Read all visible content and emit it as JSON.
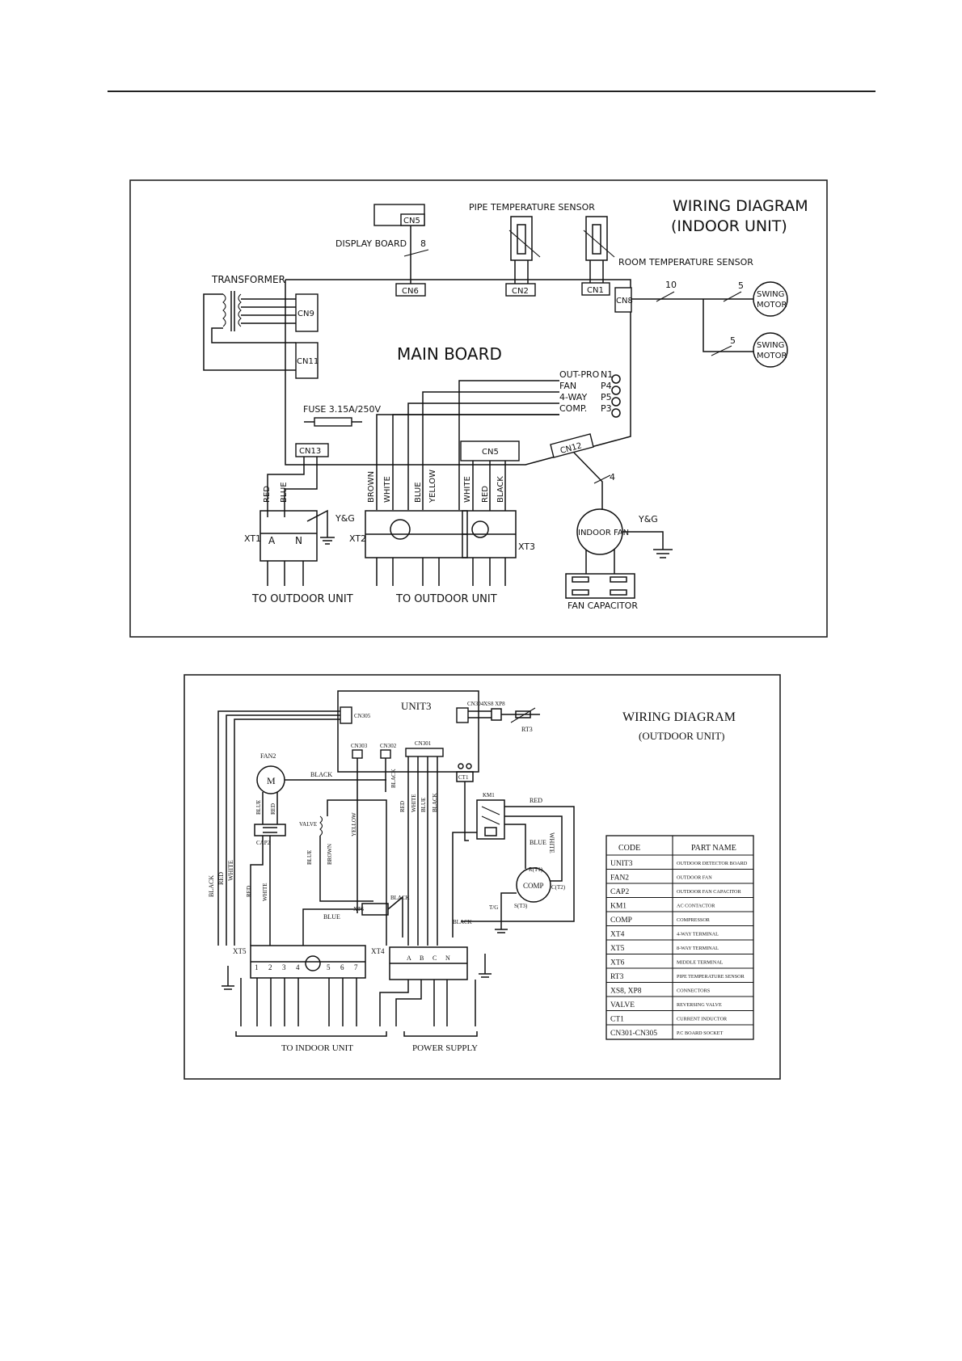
{
  "indoor": {
    "title_line1": "WIRING  DIAGRAM",
    "title_line2": "(INDOOR  UNIT)",
    "main_board": "MAIN  BOARD",
    "transformer": "TRANSFORMER",
    "display_board": "DISPLAY  BOARD",
    "display_wire_count": "8",
    "pipe_sensor": "PIPE  TEMPERATURE  SENSOR",
    "room_sensor": "ROOM  TEMPERATURE  SENSOR",
    "connectors": {
      "cn5_display": "CN5",
      "cn6": "CN6",
      "cn2": "CN2",
      "cn1": "CN1",
      "cn_swing": "CN8",
      "cn9": "CN9",
      "cn11": "CN11",
      "cn13": "CN13",
      "cn5_bottom": "CN5",
      "cn12": "CN12"
    },
    "swing_wire_count": "10",
    "swing_motor_wire_count": "5",
    "swing_motor_line1": "SWING",
    "swing_motor_line2": "MOTOR",
    "fuse": "FUSE 3.15A/250V",
    "relays": [
      "OUT-PRO",
      "FAN",
      "4-WAY",
      "COMP."
    ],
    "relay_ids": [
      "N1",
      "P4",
      "P5",
      "P3"
    ],
    "xt1_wires": [
      "RED",
      "BLUE"
    ],
    "xt2_wires": [
      "BROWN",
      "WHITE",
      "BLUE",
      "YELLOW"
    ],
    "xt3_wires": [
      "WHITE",
      "RED",
      "BLACK"
    ],
    "xt1": "XT1",
    "xt2": "XT2",
    "xt3": "XT3",
    "terminal_a": "A",
    "terminal_n": "N",
    "ground": "Y&G",
    "fan_wire_count": "4",
    "indoor_fan": "INDOOR FAN",
    "fan_capacitor": "FAN  CAPACITOR",
    "to_outdoor_1": "TO  OUTDOOR  UNIT",
    "to_outdoor_2": "TO  OUTDOOR  UNIT"
  },
  "outdoor": {
    "title_line1": "WIRING  DIAGRAM",
    "title_line2": "(OUTDOOR UNIT)",
    "unit3": "UNIT3",
    "cn305": "CN305",
    "cn304": "CN304",
    "cn303": "CN303",
    "cn302": "CN302",
    "cn301": "CN301",
    "xs8_xp8": "XS8  XP8",
    "rt3": "RT3",
    "ct1": "CT1",
    "km1": "KM1",
    "fan2": "FAN2",
    "fan_symbol": "M",
    "cap2": "CAP2",
    "valve": "VALVE",
    "comp": "COMP",
    "xt4": "XT4",
    "xt5": "XT5",
    "xt6": "XT6",
    "comp_pins": [
      "R(T1)",
      "C(T2)",
      "S(T3)"
    ],
    "tg": "T/G",
    "wire_labels": {
      "black": "BLACK",
      "red": "RED",
      "white": "WHITE",
      "blue": "BLUE",
      "yellow": "YELLOW",
      "brown": "BROWN"
    },
    "xt5_numbers": [
      "1",
      "2",
      "3",
      "4",
      "5",
      "6",
      "7"
    ],
    "xt4_letters": [
      "A",
      "B",
      "C",
      "N"
    ],
    "to_indoor": "TO  INDOOR  UNIT",
    "power_supply": "POWER  SUPPLY",
    "legend_header_code": "CODE",
    "legend_header_name": "PART  NAME",
    "legend": [
      {
        "code": "UNIT3",
        "name": "OUTDOOR DETECTOR BOARD"
      },
      {
        "code": "FAN2",
        "name": "OUTDOOR FAN"
      },
      {
        "code": "CAP2",
        "name": "OUTDOOR FAN CAPACITOR"
      },
      {
        "code": "KM1",
        "name": "AC CONTACTOR"
      },
      {
        "code": "COMP",
        "name": "COMPRESSOR"
      },
      {
        "code": "XT4",
        "name": "4-WAY TERMINAL"
      },
      {
        "code": "XT5",
        "name": "8-WAY TERMINAL"
      },
      {
        "code": "XT6",
        "name": "MIDDLE TERMINAL"
      },
      {
        "code": "RT3",
        "name": "PIPE TEMPERATURE SENSOR"
      },
      {
        "code": "XS8, XP8",
        "name": "CONNECTORS"
      },
      {
        "code": "VALVE",
        "name": "REVERSING VALVE"
      },
      {
        "code": "CT1",
        "name": "CURRENT INDUCTOR"
      },
      {
        "code": "CN301-CN305",
        "name": "P.C BOARD SOCKET"
      }
    ]
  }
}
